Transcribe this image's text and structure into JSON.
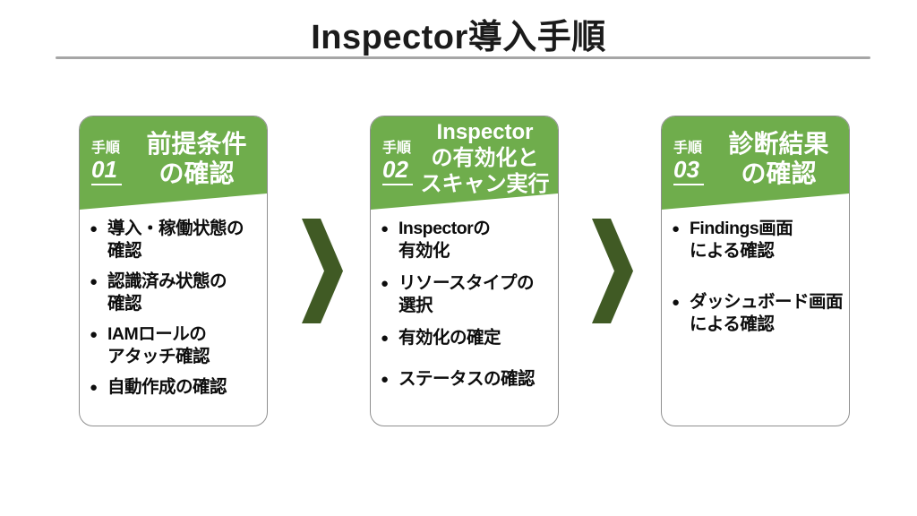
{
  "title": "Inspector導入手順",
  "icons": {
    "bullet": "●",
    "chevron": "chevron-right"
  },
  "colors": {
    "header_green": "#6fad4c",
    "chevron_green": "#405a24",
    "title_text": "#1b1b1b",
    "divider_gray": "#a6a6a6",
    "card_border_gray": "#8f8f8f",
    "header_text": "#ffffff",
    "bullet_text": "#0d0d0d"
  },
  "steps": [
    {
      "step_label": "手順",
      "step_number": "01",
      "heading_lines": [
        "前提条件",
        "の確認"
      ],
      "bullets": [
        {
          "lines": [
            "導入・稼働状態の",
            "確認"
          ]
        },
        {
          "lines": [
            "認識済み状態の",
            "確認"
          ]
        },
        {
          "lines": [
            "IAMロールの",
            "アタッチ確認"
          ]
        },
        {
          "lines": [
            "自動作成の確認"
          ]
        }
      ]
    },
    {
      "step_label": "手順",
      "step_number": "02",
      "heading_lines": [
        "Inspector",
        "の有効化と",
        "スキャン実行"
      ],
      "bullets": [
        {
          "lines": [
            "Inspectorの",
            "有効化"
          ]
        },
        {
          "lines": [
            "リソースタイプの",
            "選択"
          ]
        },
        {
          "lines": [
            "有効化の確定"
          ]
        },
        {
          "lines": [
            "ステータスの確認"
          ]
        }
      ]
    },
    {
      "step_label": "手順",
      "step_number": "03",
      "heading_lines": [
        "診断結果",
        "の確認"
      ],
      "bullets": [
        {
          "lines": [
            "Findings画面",
            "による確認"
          ]
        },
        {
          "lines": [
            "ダッシュボード画面",
            "による確認"
          ]
        }
      ]
    }
  ]
}
